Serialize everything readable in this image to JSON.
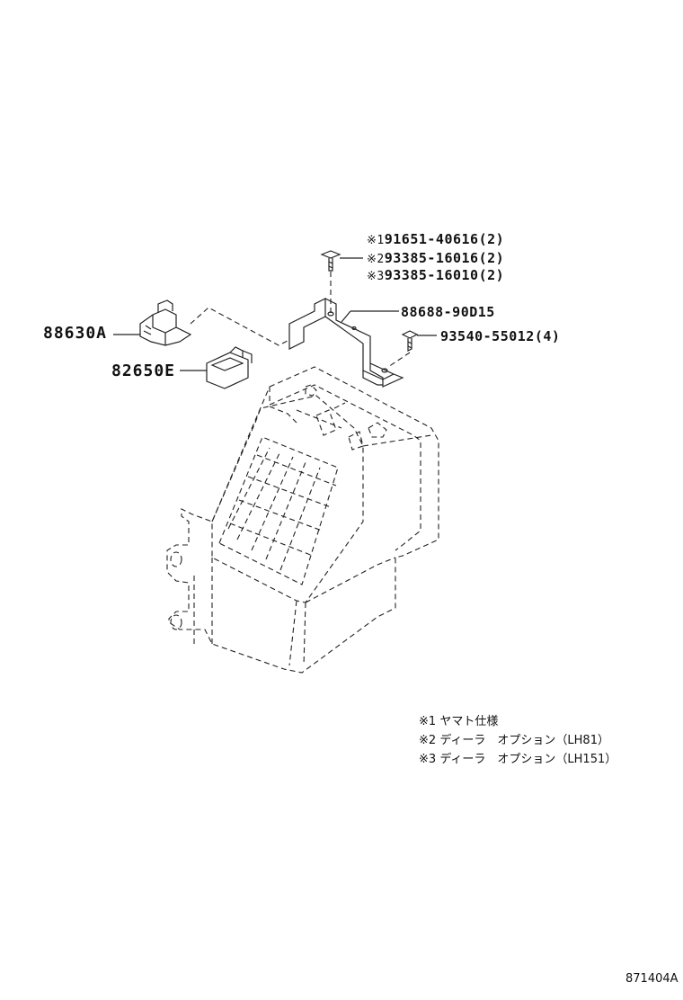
{
  "parts": {
    "screw_1": {
      "marker": "※1",
      "number": "91651-40616",
      "qty": "(2)"
    },
    "screw_2": {
      "marker": "※2",
      "number": "93385-16016",
      "qty": "(2)"
    },
    "screw_3": {
      "marker": "※3",
      "number": "93385-16010",
      "qty": "(2)"
    },
    "bracket": {
      "number": "88688-90D15"
    },
    "tapping_screw": {
      "number": "93540-55012",
      "qty": "(4)"
    },
    "connector": {
      "number": "88630A"
    },
    "socket": {
      "number": "82650E"
    }
  },
  "notes": [
    {
      "marker": "※1",
      "text": "ヤマト仕様"
    },
    {
      "marker": "※2",
      "text": "ディーラ　オプション（LH81）"
    },
    {
      "marker": "※3",
      "text": "ディーラ　オプション（LH151）"
    }
  ],
  "figure_ref": "871404A"
}
